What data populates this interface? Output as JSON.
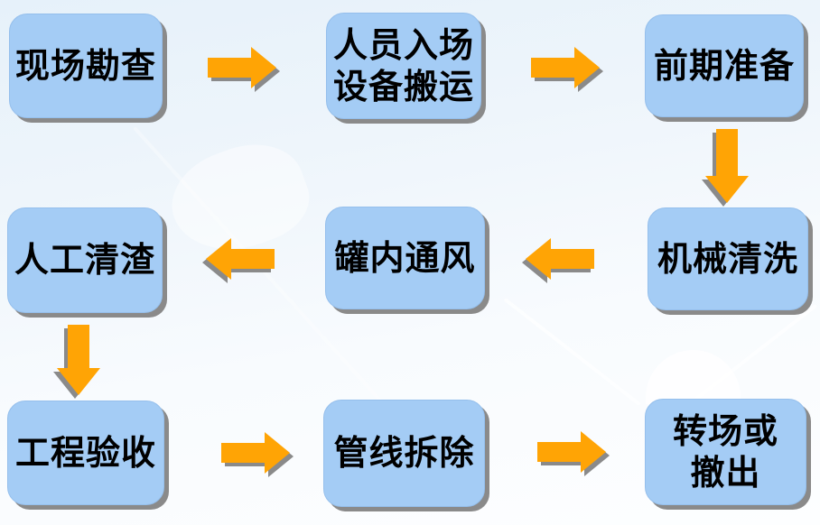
{
  "diagram": {
    "type": "flowchart",
    "style": {
      "node_fill": "#a4ccf5",
      "node_border": "#95bfec",
      "arrow_fill": "#ffa405",
      "shadow_color": "#8a8a8a",
      "text_color": "#000000",
      "background_top": "#e6f1fa",
      "background_bottom": "#fdfeff"
    },
    "nodes": [
      {
        "label": "现场勘查"
      },
      {
        "label": "人员入场\n设备搬运"
      },
      {
        "label": "前期准备"
      },
      {
        "label": "机械清洗"
      },
      {
        "label": "罐内通风"
      },
      {
        "label": "人工清渣"
      },
      {
        "label": "工程验收"
      },
      {
        "label": "管线拆除"
      },
      {
        "label": "转场或\n撤出"
      }
    ],
    "flow": [
      {
        "from": "现场勘查",
        "to": "人员入场设备搬运",
        "direction": "right"
      },
      {
        "from": "人员入场设备搬运",
        "to": "前期准备",
        "direction": "right"
      },
      {
        "from": "前期准备",
        "to": "机械清洗",
        "direction": "down"
      },
      {
        "from": "机械清洗",
        "to": "罐内通风",
        "direction": "left"
      },
      {
        "from": "罐内通风",
        "to": "人工清渣",
        "direction": "left"
      },
      {
        "from": "人工清渣",
        "to": "工程验收",
        "direction": "down"
      },
      {
        "from": "工程验收",
        "to": "管线拆除",
        "direction": "right"
      },
      {
        "from": "管线拆除",
        "to": "转场或撤出",
        "direction": "right"
      }
    ]
  }
}
